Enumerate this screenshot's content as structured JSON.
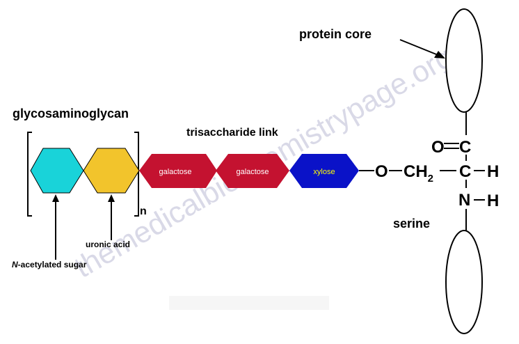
{
  "labels": {
    "protein_core": "protein core",
    "glycosaminoglycan": "glycosaminoglycan",
    "trisaccharide_link": "trisaccharide link",
    "serine": "serine",
    "uronic_acid": "uronic acid",
    "n_acetylated_prefix": "N",
    "n_acetylated_rest": "-acetylated sugar",
    "repeat_subscript": "n"
  },
  "sugars": [
    {
      "name": "galactose",
      "color": "#c41230",
      "text_color": "#ffffff"
    },
    {
      "name": "galactose",
      "color": "#c41230",
      "text_color": "#ffffff"
    },
    {
      "name": "xylose",
      "color": "#0a12c8",
      "text_color": "#ffff00"
    }
  ],
  "repeat_unit": {
    "n_acetylated_sugar_color": "#19d3d9",
    "uronic_acid_color": "#f2c42c"
  },
  "serine_chem": {
    "carbonyl_O": "O",
    "carbonyl_C": "C",
    "alpha_C": "C",
    "alpha_H": "H",
    "amine_N": "N",
    "amine_H": "H",
    "ester_O": "O",
    "ch2": "CH",
    "ch2_sub": "2"
  },
  "watermark": "themedicalbiochemistrypage.org"
}
